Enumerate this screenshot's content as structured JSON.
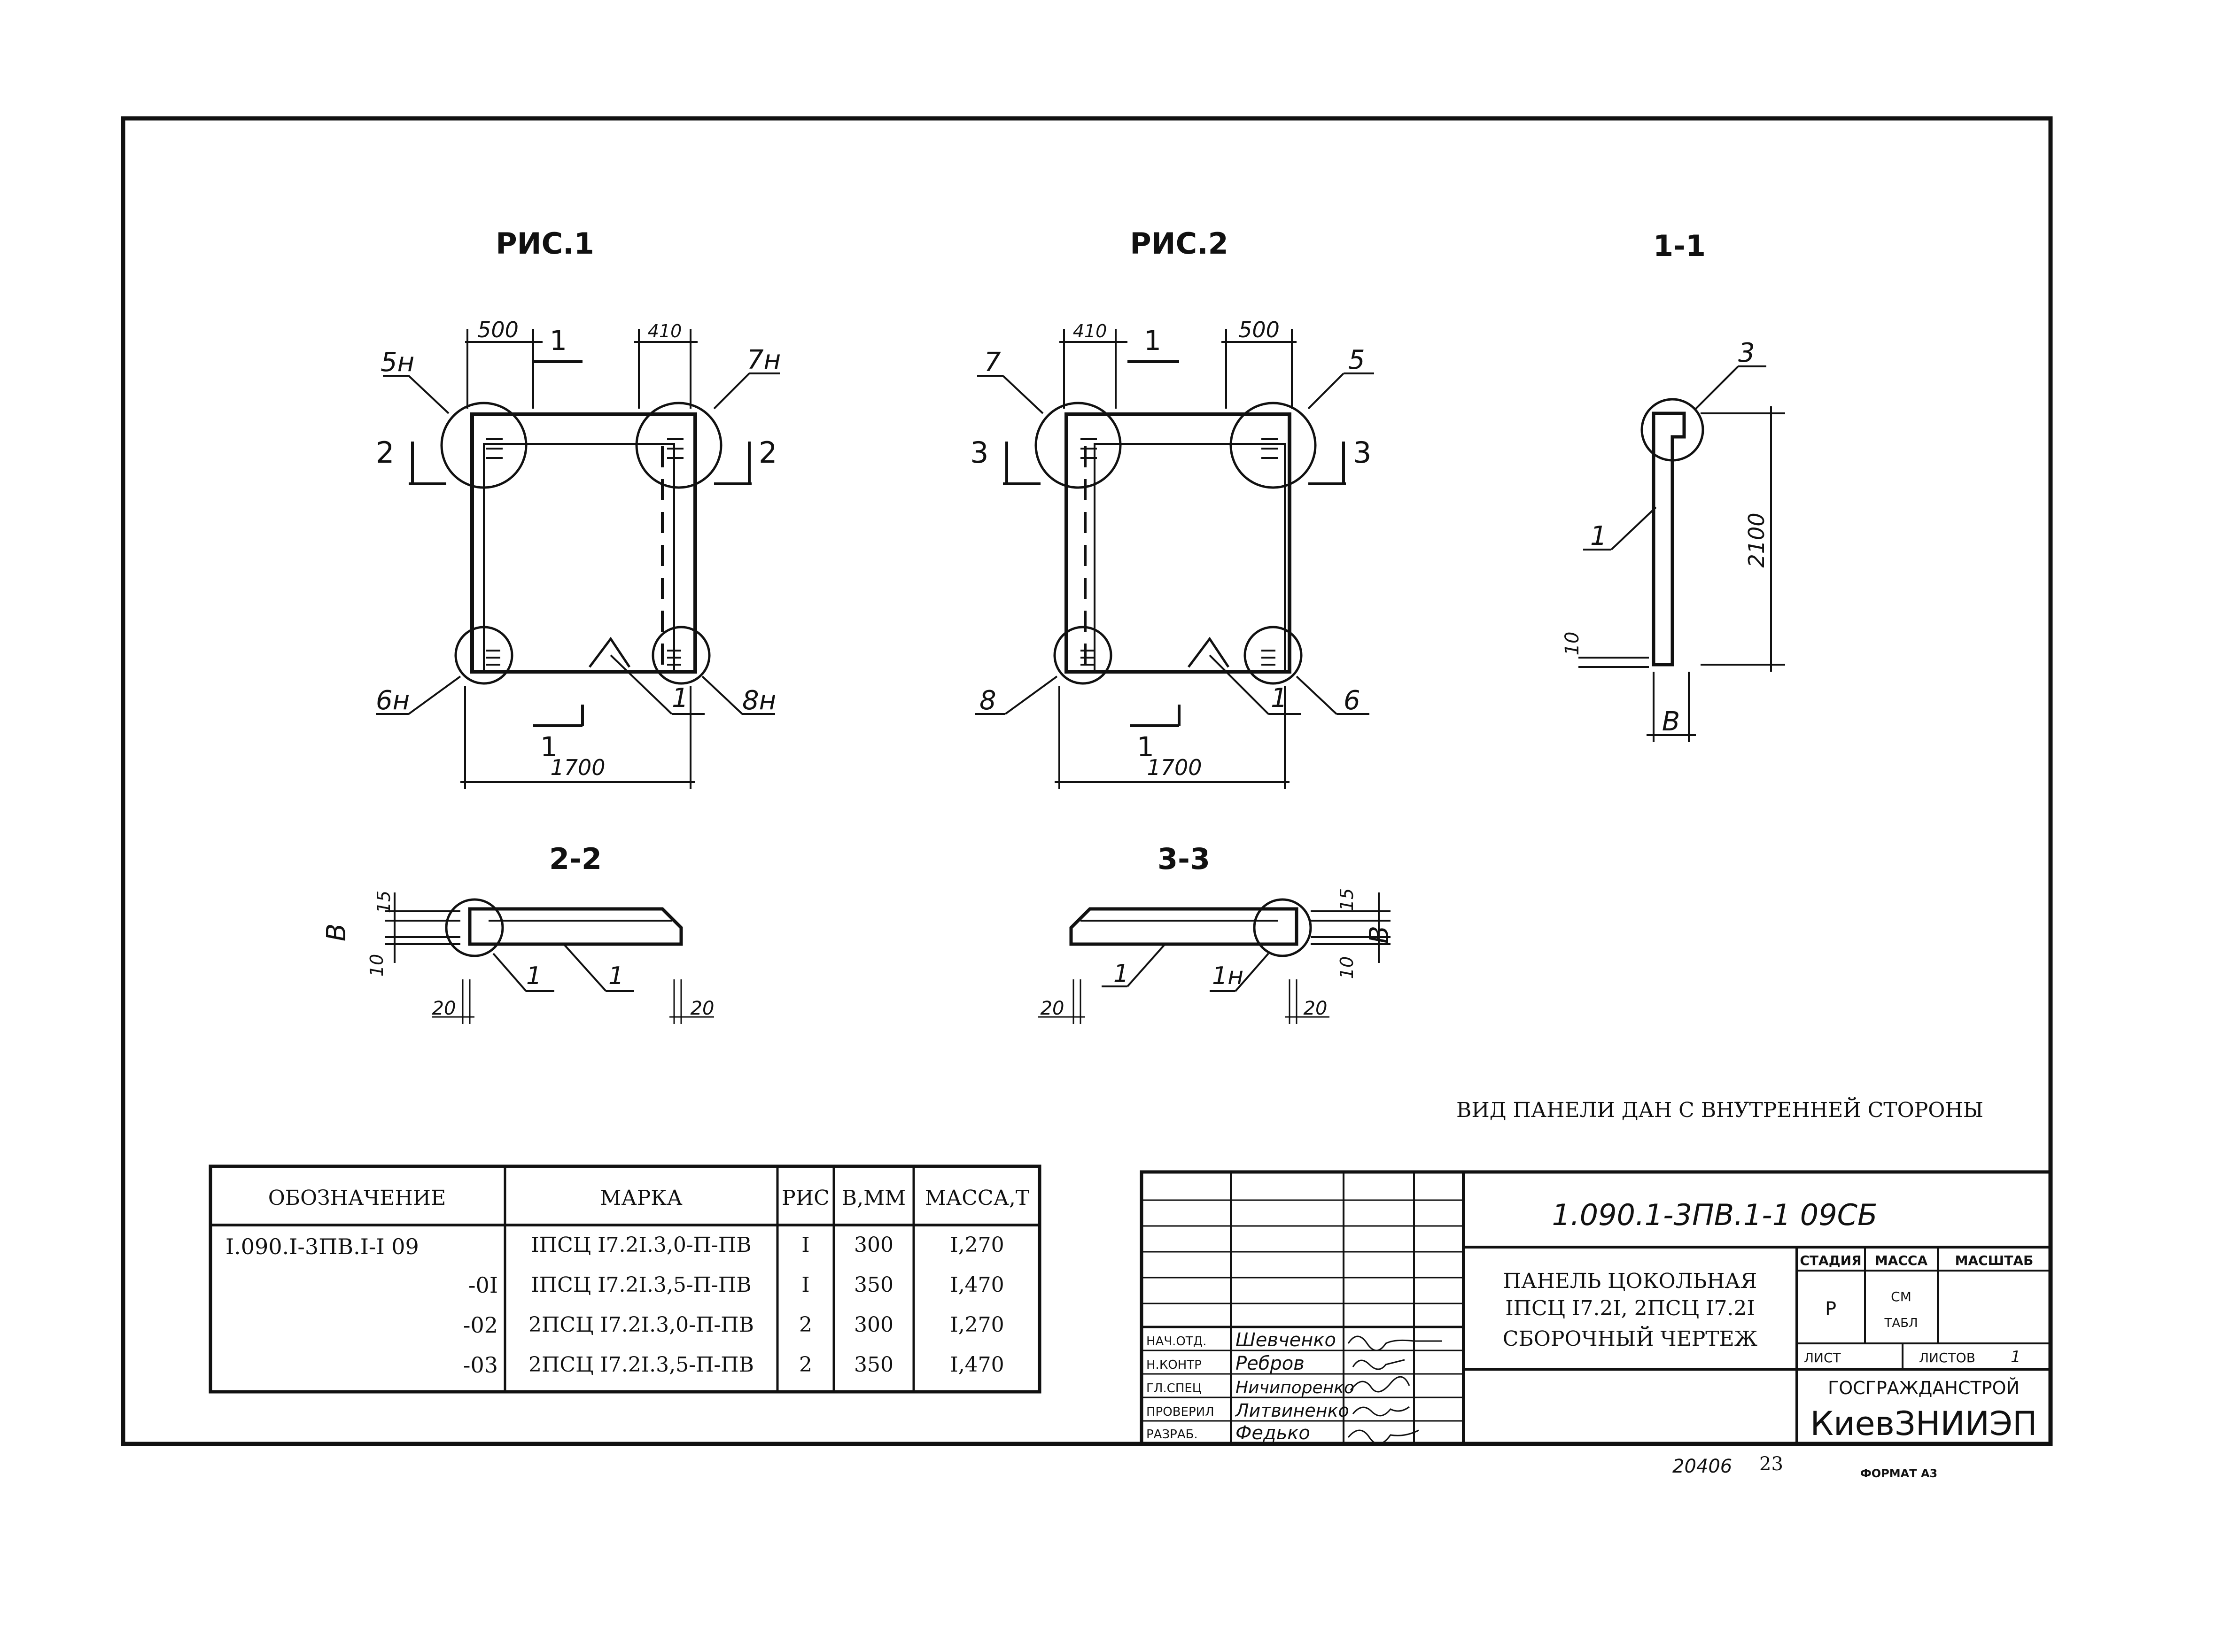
{
  "figures": {
    "fig1": {
      "title": "РИС.1",
      "dims": {
        "left_top": "500",
        "right_top": "410",
        "bottom": "1700"
      },
      "node_labels": {
        "tl": "5н",
        "tr": "7н",
        "bl": "6н",
        "br": "8н",
        "bottom_item": "1"
      },
      "section_marks": {
        "top": "1",
        "bottom": "1",
        "left": "2",
        "right": "2"
      }
    },
    "fig2": {
      "title": "РИС.2",
      "dims": {
        "left_top": "410",
        "right_top": "500",
        "bottom": "1700"
      },
      "node_labels": {
        "tl": "7",
        "tr": "5",
        "bl": "8",
        "br": "6",
        "bottom_item": "1"
      },
      "section_marks": {
        "top": "1",
        "bottom": "1",
        "left": "3",
        "right": "3"
      }
    },
    "sec11": {
      "title": "1-1",
      "labels": {
        "node": "3",
        "item": "1",
        "height": "2100",
        "bottom": "10",
        "width": "В"
      }
    },
    "sec22": {
      "title": "2-2",
      "labels": {
        "top": "15",
        "mid": "В",
        "bottom": "10",
        "item_a": "1",
        "item_b": "1",
        "left_dim": "20",
        "right_dim": "20"
      }
    },
    "sec33": {
      "title": "3-3",
      "labels": {
        "top": "15",
        "mid": "В",
        "bottom": "10",
        "item_a": "1",
        "item_b": "1н",
        "left_dim": "20",
        "right_dim": "20"
      }
    }
  },
  "note": "ВИД ПАНЕЛИ ДАН С ВНУТРЕННЕЙ СТОРОНЫ",
  "spec_table": {
    "headers": [
      "ОБОЗНАЧЕНИЕ",
      "МАРКА",
      "РИС",
      "В,ММ",
      "МАССА,Т"
    ],
    "rows": [
      [
        "I.090.I-3ПВ.I-I 09",
        "IПСЦ I7.2I.3,0-П-ПВ",
        "I",
        "300",
        "I,270"
      ],
      [
        "-0I",
        "IПСЦ I7.2I.3,5-П-ПВ",
        "I",
        "350",
        "I,470"
      ],
      [
        "-02",
        "2ПСЦ I7.2I.3,0-П-ПВ",
        "2",
        "300",
        "I,270"
      ],
      [
        "-03",
        "2ПСЦ I7.2I.3,5-П-ПВ",
        "2",
        "350",
        "I,470"
      ]
    ]
  },
  "title_block": {
    "code": "1.090.1-3ПВ.1-1  09СБ",
    "name_lines": [
      "ПАНЕЛЬ ЦОКОЛЬНАЯ",
      "IПСЦ I7.2I, 2ПСЦ I7.2I",
      "СБОРОЧНЫЙ ЧЕРТЕЖ"
    ],
    "stage_header": "СТАДИЯ",
    "mass_header": "МАССА",
    "scale_header": "МАСШТАБ",
    "stage_value": "Р",
    "mass_value_1": "СМ",
    "mass_value_2": "ТАБЛ",
    "sheet_label": "ЛИСТ",
    "sheets_label": "ЛИСТОВ",
    "sheets_value": "1",
    "org_1": "ГОСГРАЖДАНСТРОЙ",
    "org_2": "КиевЗНИИЭП",
    "roles": [
      {
        "role": "НАЧ.ОТД.",
        "name": "Шевченко"
      },
      {
        "role": "Н.КОНТР",
        "name": "Ребров"
      },
      {
        "role": "ГЛ.СПЕЦ",
        "name": "Ничипоренко"
      },
      {
        "role": "ПРОВЕРИЛ",
        "name": "Литвиненко"
      },
      {
        "role": "РАЗРАБ.",
        "name": "Федько"
      }
    ]
  },
  "footer": {
    "inventory": "20406",
    "page": "23",
    "format": "ФОРМАТ А3"
  }
}
